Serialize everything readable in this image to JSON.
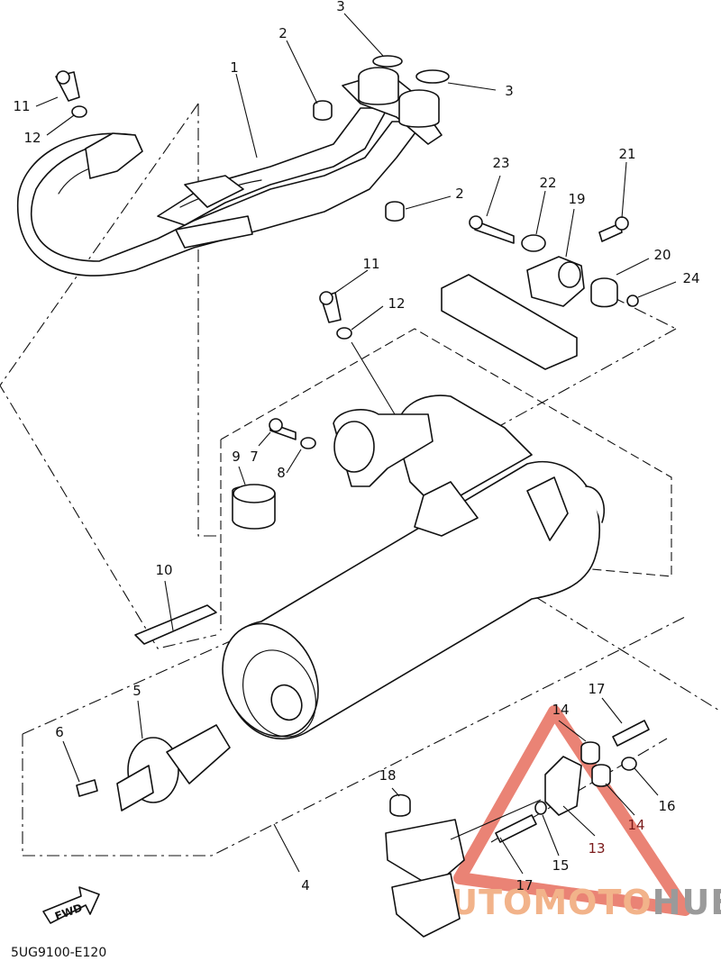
{
  "diagram_code": "5UG9100-E120",
  "fwd_label": "FWD",
  "watermark": {
    "text_part1": "AUTOMOTO",
    "text_part2": "HUB",
    "color_primary": "#f2b38a",
    "color_secondary": "#9a9a9a",
    "triangle_color": "#e35a47"
  },
  "callouts": {
    "c1": "1",
    "c2a": "2",
    "c2b": "2",
    "c3a": "3",
    "c3b": "3",
    "c4": "4",
    "c5": "5",
    "c6": "6",
    "c7": "7",
    "c8": "8",
    "c9": "9",
    "c10": "10",
    "c11a": "11",
    "c11b": "11",
    "c12a": "12",
    "c12b": "12",
    "c13": "13",
    "c14a": "14",
    "c14b": "14",
    "c15": "15",
    "c16": "16",
    "c17a": "17",
    "c17b": "17",
    "c18": "18",
    "c19": "19",
    "c20": "20",
    "c21": "21",
    "c22": "22",
    "c23": "23",
    "c24": "24"
  }
}
